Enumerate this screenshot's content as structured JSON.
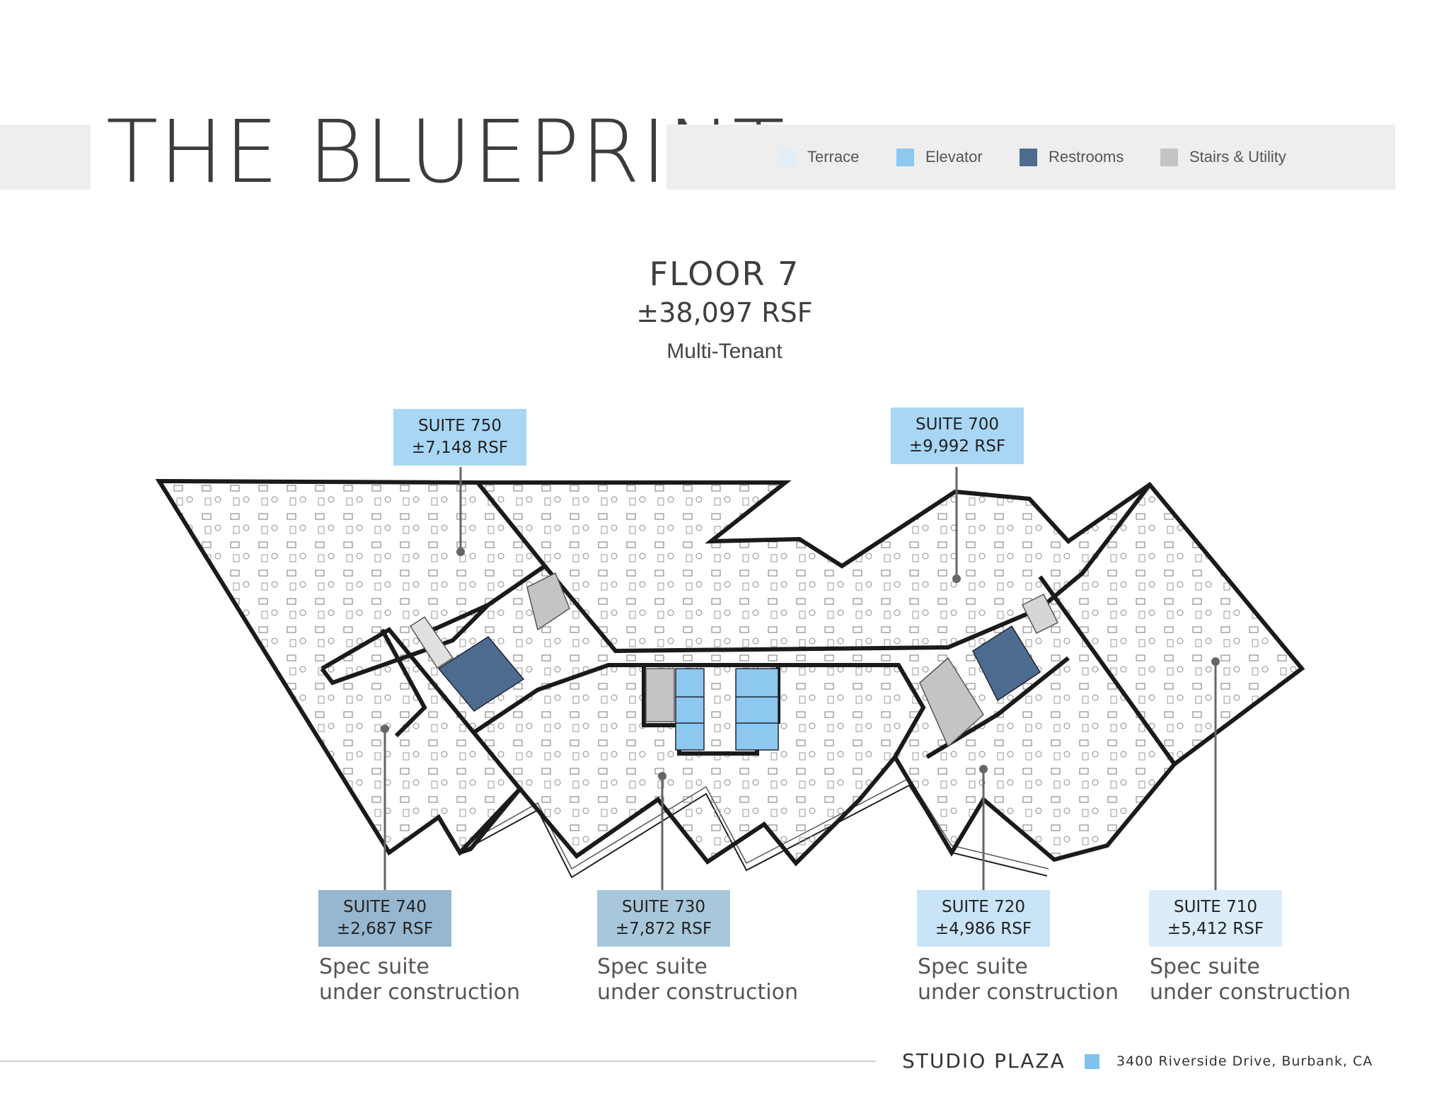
{
  "header": {
    "title": "THE BLUEPRINT",
    "legend": [
      {
        "label": "Terrace",
        "color": "#e2eff9"
      },
      {
        "label": "Elevator",
        "color": "#8cc8ef"
      },
      {
        "label": "Restrooms",
        "color": "#4d6b8f"
      },
      {
        "label": "Stairs & Utility",
        "color": "#c4c4c4"
      }
    ]
  },
  "floor": {
    "title": "FLOOR 7",
    "rsf": "±38,097 RSF",
    "type": "Multi-Tenant"
  },
  "suites": [
    {
      "name": "SUITE 750",
      "rsf": "±7,148 RSF",
      "color": "#a9d6f4",
      "note1": "",
      "note2": ""
    },
    {
      "name": "SUITE 700",
      "rsf": "±9,992 RSF",
      "color": "#a9d6f4",
      "note1": "",
      "note2": ""
    },
    {
      "name": "SUITE 740",
      "rsf": "±2,687 RSF",
      "color": "#97b6cf",
      "note1": "Spec suite",
      "note2": "under construction"
    },
    {
      "name": "SUITE 730",
      "rsf": "±7,872 RSF",
      "color": "#a9c7db",
      "note1": "Spec suite",
      "note2": "under construction"
    },
    {
      "name": "SUITE 720",
      "rsf": "±4,986 RSF",
      "color": "#c9e3f7",
      "note1": "Spec suite",
      "note2": "under construction"
    },
    {
      "name": "SUITE 710",
      "rsf": "±5,412 RSF",
      "color": "#dcedf9",
      "note1": "Spec suite",
      "note2": "under construction"
    }
  ],
  "footer": {
    "name": "STUDIO PLAZA",
    "address": "3400 Riverside Drive, Burbank, CA"
  }
}
